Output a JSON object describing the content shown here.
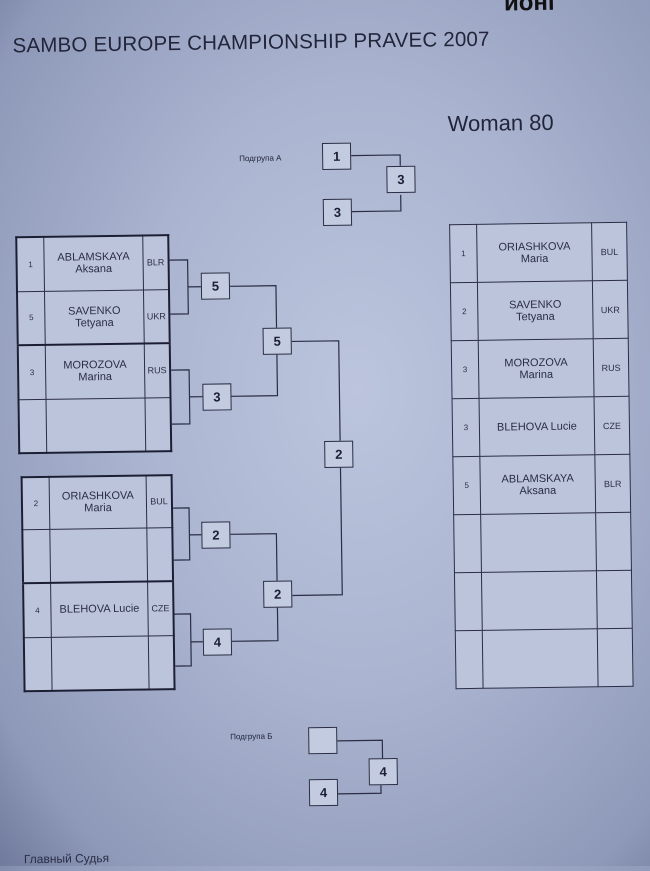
{
  "header": {
    "title": "SAMBO EUROPE CHAMPIONSHIP PRAVEC 2007",
    "weight_class": "Woman 80",
    "corner_text": "ионі"
  },
  "subgroup_a": {
    "label": "Подгрупа А",
    "top": "1",
    "bottom": "3",
    "winner": "3"
  },
  "subgroup_b": {
    "label": "Подгрупа Б",
    "top": "",
    "bottom": "4",
    "winner": "4"
  },
  "pool1": [
    {
      "seed": "1",
      "name1": "ABLAMSKAYA",
      "name2": "Aksana",
      "country": "BLR"
    },
    {
      "seed": "5",
      "name1": "SAVENKO",
      "name2": "Tetyana",
      "country": "UKR"
    },
    {
      "seed": "3",
      "name1": "MOROZOVA",
      "name2": "Marina",
      "country": "RUS"
    },
    {
      "seed": "",
      "name1": "",
      "name2": "",
      "country": ""
    }
  ],
  "pool2": [
    {
      "seed": "2",
      "name1": "ORIASHKOVA",
      "name2": "Maria",
      "country": "BUL"
    },
    {
      "seed": "",
      "name1": "",
      "name2": "",
      "country": ""
    },
    {
      "seed": "4",
      "name1": "BLEHOVA Lucie",
      "name2": "",
      "country": "CZE"
    },
    {
      "seed": "",
      "name1": "",
      "name2": "",
      "country": ""
    }
  ],
  "bracket": {
    "r1": [
      "5",
      "3",
      "2",
      "4"
    ],
    "r2": [
      "5",
      "2"
    ],
    "final": "2"
  },
  "results": [
    {
      "place": "1",
      "name1": "ORIASHKOVA",
      "name2": "Maria",
      "country": "BUL"
    },
    {
      "place": "2",
      "name1": "SAVENKO",
      "name2": "Tetyana",
      "country": "UKR"
    },
    {
      "place": "3",
      "name1": "MOROZOVA",
      "name2": "Marina",
      "country": "RUS"
    },
    {
      "place": "3",
      "name1": "BLEHOVA Lucie",
      "name2": "",
      "country": "CZE"
    },
    {
      "place": "5",
      "name1": "ABLAMSKAYA",
      "name2": "Aksana",
      "country": "BLR"
    },
    {
      "place": "",
      "name1": "",
      "name2": "",
      "country": ""
    },
    {
      "place": "",
      "name1": "",
      "name2": "",
      "country": ""
    },
    {
      "place": "",
      "name1": "",
      "name2": "",
      "country": ""
    }
  ],
  "footer": {
    "text": "Главный Судья"
  }
}
